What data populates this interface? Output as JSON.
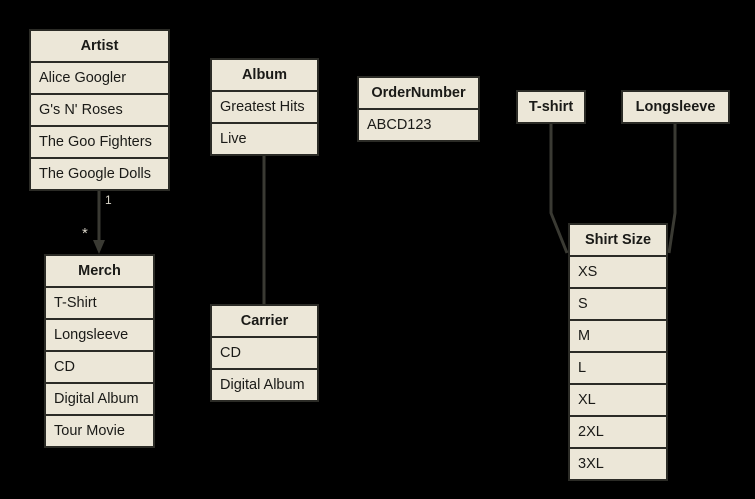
{
  "diagram": {
    "title": "merch-entity-diagram",
    "background_color": "#000000",
    "box_fill_color": "#ece7d8",
    "box_border_color": "#2b2b26",
    "text_color": "#1a1a17",
    "connector_color": "#3a3a33"
  },
  "boxes": {
    "artist": {
      "header": "Artist",
      "rows": [
        "Alice Googler",
        "G's N' Roses",
        "The Goo Fighters",
        "The Google Dolls"
      ]
    },
    "merch": {
      "header": "Merch",
      "rows": [
        "T-Shirt",
        "Longsleeve",
        "CD",
        "Digital Album",
        "Tour Movie"
      ]
    },
    "album": {
      "header": "Album",
      "rows": [
        "Greatest Hits",
        "Live"
      ]
    },
    "carrier": {
      "header": "Carrier",
      "rows": [
        "CD",
        "Digital Album"
      ]
    },
    "order_number": {
      "header": "OrderNumber",
      "rows": [
        "ABCD123"
      ]
    },
    "tshirt": {
      "header": "T-shirt",
      "rows": []
    },
    "longsleeve": {
      "header": "Longsleeve",
      "rows": []
    },
    "shirt_size": {
      "header": "Shirt Size",
      "rows": [
        "XS",
        "S",
        "M",
        "L",
        "XL",
        "2XL",
        "3XL"
      ]
    }
  },
  "edges": {
    "artist_to_merch": {
      "source_label": "1",
      "target_label": "*"
    }
  }
}
